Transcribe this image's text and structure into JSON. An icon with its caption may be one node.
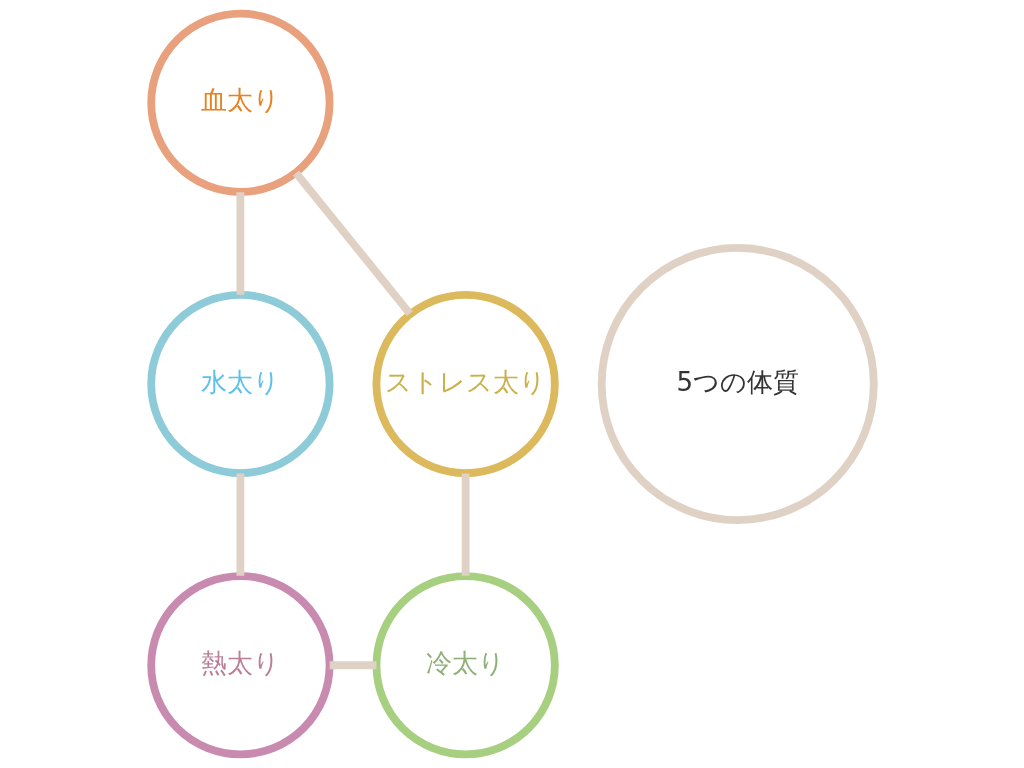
{
  "diagram": {
    "nodes": [
      {
        "text": [
          "血太り"
        ]
      },
      {
        "text": [
          "水太り"
        ]
      },
      {
        "text": [
          "熱太り"
        ]
      },
      {
        "text": [
          "冷太り"
        ]
      },
      {
        "text": [
          "ストレス太り"
        ]
      },
      {
        "text": [
          "5つの体質"
        ]
      }
    ],
    "edges": [
      {
        "from": 0,
        "to": 1,
        "arrow": "none"
      },
      {
        "from": 1,
        "to": 2,
        "arrow": "none"
      },
      {
        "from": 2,
        "to": 3,
        "arrow": "none"
      },
      {
        "from": 3,
        "to": 4,
        "arrow": "none"
      },
      {
        "from": 4,
        "to": 0,
        "arrow": "none"
      }
    ]
  }
}
